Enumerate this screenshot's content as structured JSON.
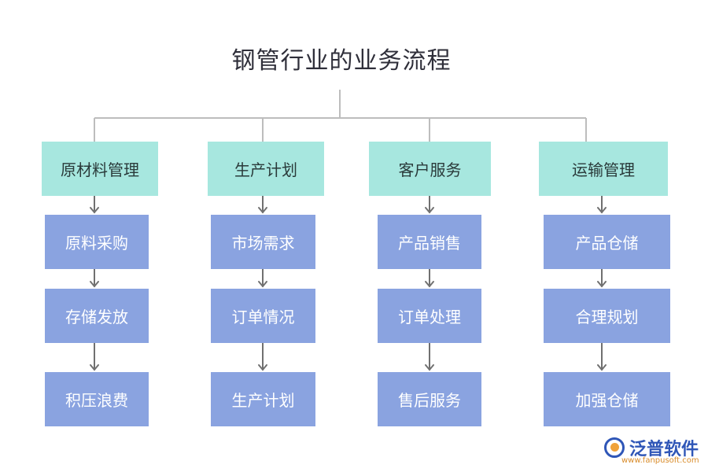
{
  "diagram": {
    "title": "钢管行业的业务流程",
    "columns": [
      {
        "header": "原材料管理",
        "items": [
          "原料采购",
          "存储发放",
          "积压浪费"
        ]
      },
      {
        "header": "生产计划",
        "items": [
          "市场需求",
          "订单情况",
          "生产计划"
        ]
      },
      {
        "header": "客户服务",
        "items": [
          "产品销售",
          "订单处理",
          "售后服务"
        ]
      },
      {
        "header": "运输管理",
        "items": [
          "产品仓储",
          "合理规划",
          "加强仓储"
        ]
      }
    ]
  },
  "logo": {
    "text": "泛普软件",
    "url": "www.fanpusoft.com"
  },
  "colors": {
    "header_fill": "#a7e7df",
    "item_fill": "#8aa3e0",
    "connector": "#bdbdbd",
    "arrow": "#707070"
  }
}
